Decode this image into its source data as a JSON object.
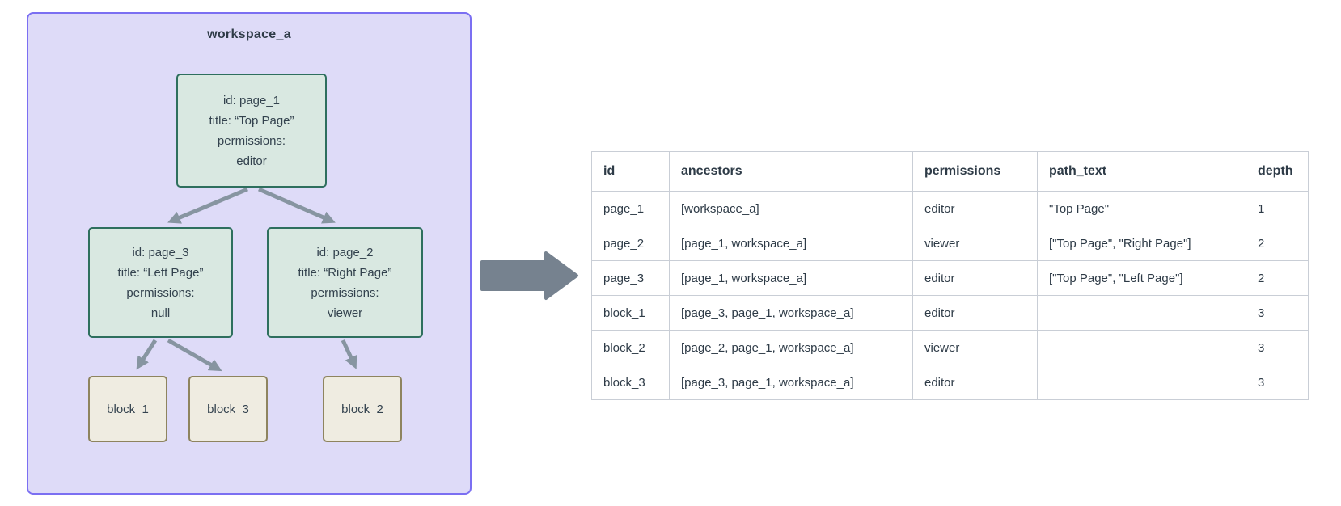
{
  "diagram": {
    "workspace_label": "workspace_a",
    "nodes": {
      "page_1": {
        "lines": [
          "id: page_1",
          "title: “Top Page”",
          "permissions:",
          "editor"
        ]
      },
      "page_3": {
        "lines": [
          "id: page_3",
          "title: “Left Page”",
          "permissions:",
          "null"
        ]
      },
      "page_2": {
        "lines": [
          "id: page_2",
          "title: “Right Page”",
          "permissions:",
          "viewer"
        ]
      },
      "block_1": {
        "label": "block_1"
      },
      "block_3": {
        "label": "block_3"
      },
      "block_2": {
        "label": "block_2"
      }
    },
    "edges": [
      "page_1 -> page_3",
      "page_1 -> page_2",
      "page_3 -> block_1",
      "page_3 -> block_3",
      "page_2 -> block_2"
    ]
  },
  "table": {
    "columns": [
      "id",
      "ancestors",
      "permissions",
      "path_text",
      "depth"
    ],
    "rows": [
      [
        "page_1",
        "[workspace_a]",
        "editor",
        "\"Top Page\"",
        "1"
      ],
      [
        "page_2",
        "[page_1, workspace_a]",
        "viewer",
        "[\"Top Page\", \"Right Page\"]",
        "2"
      ],
      [
        "page_3",
        "[page_1, workspace_a]",
        "editor",
        "[\"Top Page\", \"Left Page\"]",
        "2"
      ],
      [
        "block_1",
        "[page_3, page_1, workspace_a]",
        "editor",
        "",
        "3"
      ],
      [
        "block_2",
        "[page_2, page_1, workspace_a]",
        "viewer",
        "",
        "3"
      ],
      [
        "block_3",
        "[page_3, page_1, workspace_a]",
        "editor",
        "",
        "3"
      ]
    ]
  },
  "colors": {
    "workspace_fill": "#dedbf8",
    "workspace_border": "#7b6ff2",
    "page_node_fill": "#d9e8e1",
    "page_node_border": "#2e6f5e",
    "block_node_fill": "#efece1",
    "block_node_border": "#8e845f",
    "edge_arrow": "#8795a1",
    "big_arrow": "#76828f",
    "table_border": "#c9ced6",
    "text": "#2e3b47"
  }
}
